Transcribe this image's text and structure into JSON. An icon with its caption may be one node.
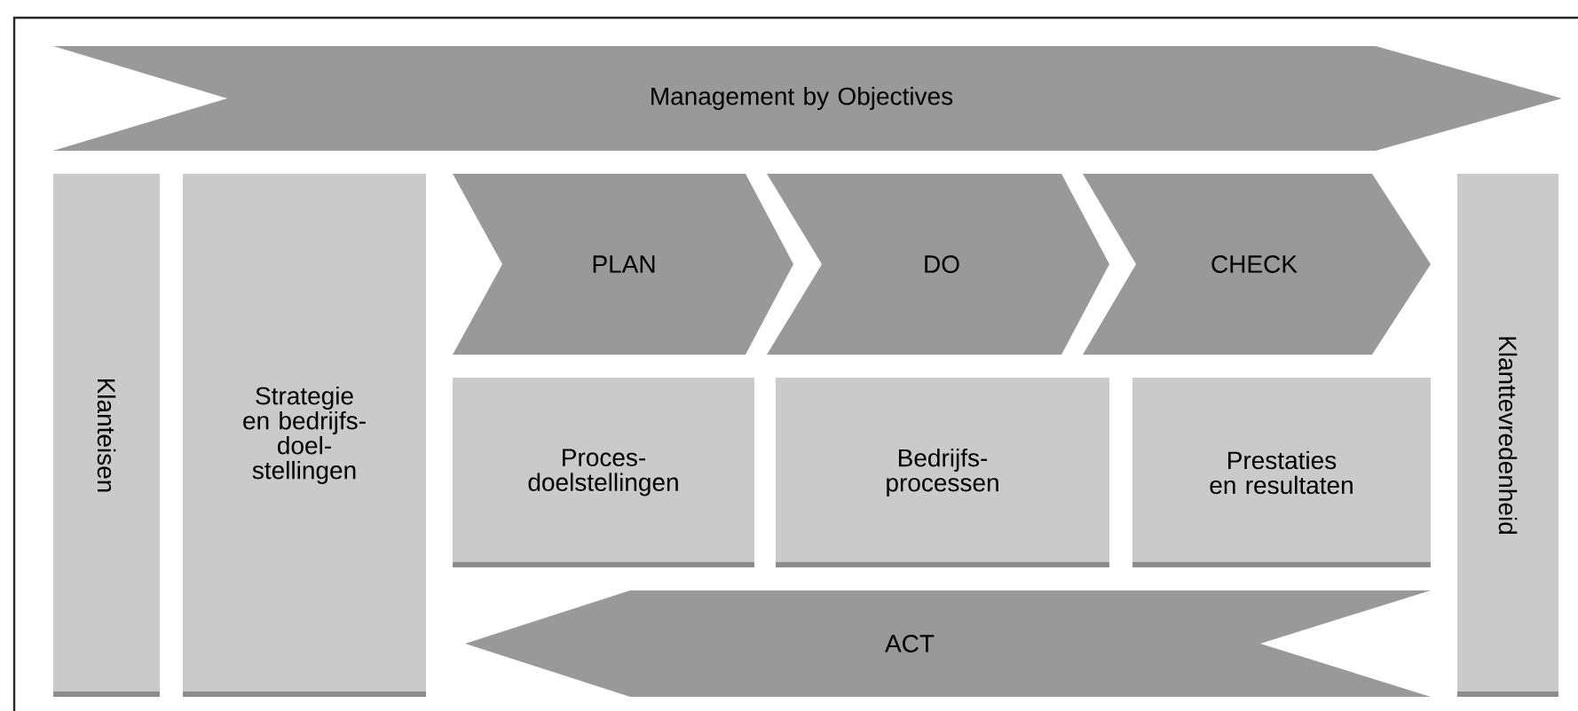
{
  "diagram": {
    "nodes": [
      {
        "text": [
          "Management by Objectives"
        ]
      },
      {
        "text": [
          "Klanteisen"
        ]
      },
      {
        "text": [
          "Strategie en bedrijfs- doel- stellingen"
        ]
      },
      {
        "text": [
          "PLAN"
        ]
      },
      {
        "text": [
          "DO"
        ]
      },
      {
        "text": [
          "CHECK"
        ]
      },
      {
        "text": [
          "Proces- doelstellingen"
        ]
      },
      {
        "text": [
          "Bedrijfs- processen"
        ]
      },
      {
        "text": [
          "Prestaties en resultaten"
        ]
      },
      {
        "text": [
          "ACT"
        ]
      },
      {
        "text": [
          "Klanttevredenheid"
        ]
      }
    ]
  }
}
